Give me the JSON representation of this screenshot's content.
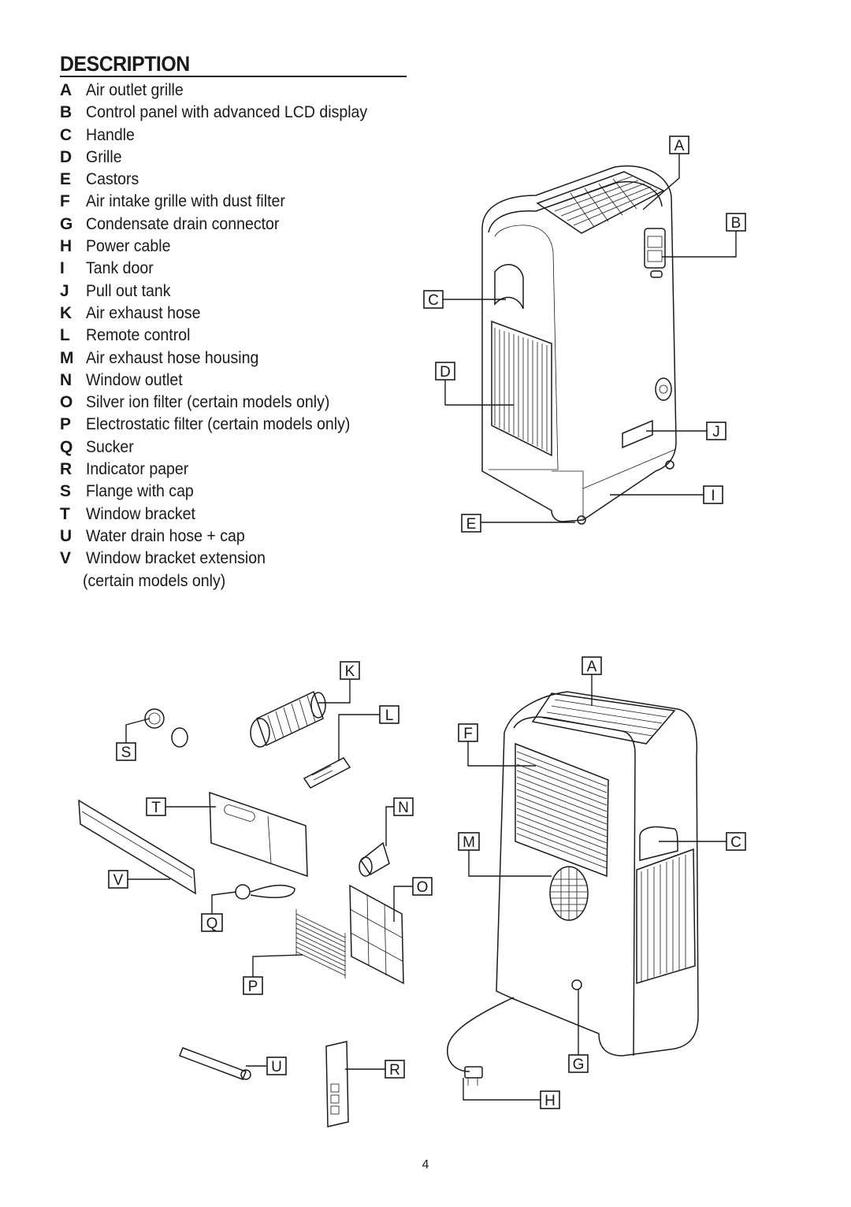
{
  "heading": "DESCRIPTION",
  "items": [
    {
      "key": "A",
      "text": "Air outlet grille"
    },
    {
      "key": "B",
      "text": "Control panel with advanced LCD display"
    },
    {
      "key": "C",
      "text": "Handle"
    },
    {
      "key": "D",
      "text": "Grille"
    },
    {
      "key": "E",
      "text": "Castors"
    },
    {
      "key": "F",
      "text": "Air intake grille with dust filter"
    },
    {
      "key": "G",
      "text": "Condensate drain connector"
    },
    {
      "key": "H",
      "text": "Power cable"
    },
    {
      "key": "I",
      "text": "Tank door"
    },
    {
      "key": "J",
      "text": "Pull out tank"
    },
    {
      "key": "K",
      "text": "Air exhaust hose"
    },
    {
      "key": "L",
      "text": "Remote control"
    },
    {
      "key": "M",
      "text": "Air exhaust hose housing"
    },
    {
      "key": "N",
      "text": "Window outlet"
    },
    {
      "key": "O",
      "text": "Silver ion filter (certain models only)"
    },
    {
      "key": "P",
      "text": "Electrostatic filter (certain models only)"
    },
    {
      "key": "Q",
      "text": "Sucker"
    },
    {
      "key": "R",
      "text": "Indicator paper"
    },
    {
      "key": "S",
      "text": "Flange with cap"
    },
    {
      "key": "T",
      "text": "Window bracket"
    },
    {
      "key": "U",
      "text": "Water drain hose + cap"
    },
    {
      "key": "V",
      "text": "Window bracket extension"
    }
  ],
  "item_continuation": "(certain models only)",
  "callouts": {
    "front": [
      "A",
      "B",
      "C",
      "D",
      "J",
      "I",
      "E"
    ],
    "rear": [
      "A",
      "F",
      "M",
      "C",
      "G",
      "H"
    ],
    "accessories": [
      "K",
      "L",
      "S",
      "T",
      "N",
      "V",
      "O",
      "Q",
      "P",
      "U",
      "R"
    ]
  },
  "page_number": "4"
}
